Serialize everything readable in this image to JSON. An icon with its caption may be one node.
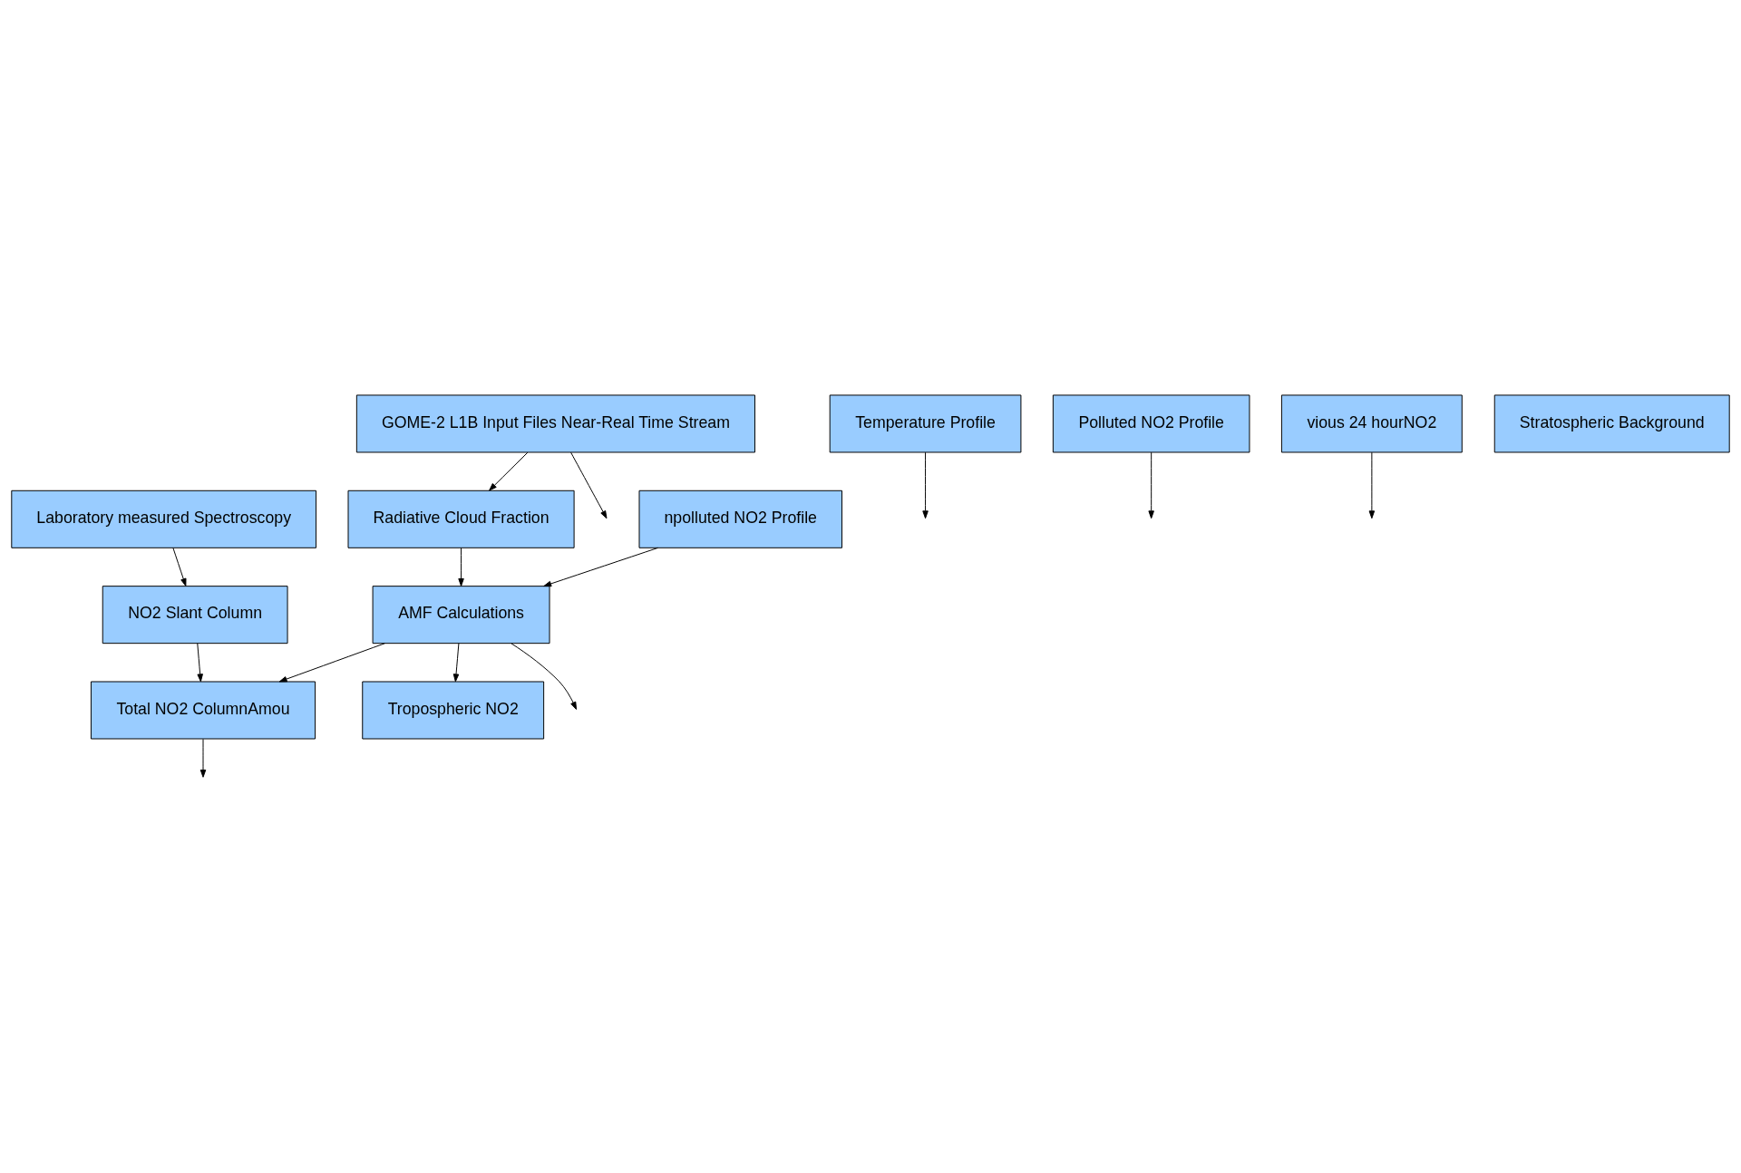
{
  "diagram": {
    "nodes": [
      {
        "text": [
          "Laboratory measured Spectroscopy"
        ]
      },
      {
        "text": [
          "GOME-2 L1B Input Files Near-Real Time Stream"
        ]
      },
      {
        "text": [
          "NO2 Slant Column"
        ]
      },
      {
        "text": [
          "Temperature Profile"
        ]
      },
      {
        "text": [
          "Radiative Cloud Fraction"
        ]
      },
      {
        "text": [
          "npolluted NO2 Profile"
        ]
      },
      {
        "text": [
          "Total NO2 ColumnAmou"
        ]
      },
      {
        "text": [
          "AMF Calculations"
        ]
      },
      {
        "text": [
          "Polluted NO2 Profile"
        ]
      },
      {
        "text": [
          "vious 24 hourNO2"
        ]
      },
      {
        "text": [
          "Stratospheric Background"
        ]
      },
      {
        "text": [
          "Tropospheric NO2"
        ]
      }
    ],
    "edges": [
      {
        "from": 1,
        "to": 4,
        "arrow": "to"
      },
      {
        "from": 1,
        "to": null,
        "arrow": "to"
      },
      {
        "from": 0,
        "to": 2,
        "arrow": "to"
      },
      {
        "from": 3,
        "to": null,
        "arrow": "to"
      },
      {
        "from": 5,
        "to": 7,
        "arrow": "to"
      },
      {
        "from": 8,
        "to": null,
        "arrow": "to"
      },
      {
        "from": 4,
        "to": 7,
        "arrow": "to"
      },
      {
        "from": 2,
        "to": 6,
        "arrow": "to"
      },
      {
        "from": 7,
        "to": 6,
        "arrow": "to"
      },
      {
        "from": 7,
        "to": null,
        "arrow": "to"
      },
      {
        "from": 6,
        "to": null,
        "arrow": "to"
      },
      {
        "from": 7,
        "to": 11,
        "arrow": "to"
      },
      {
        "from": 9,
        "to": null,
        "arrow": "to"
      }
    ]
  }
}
